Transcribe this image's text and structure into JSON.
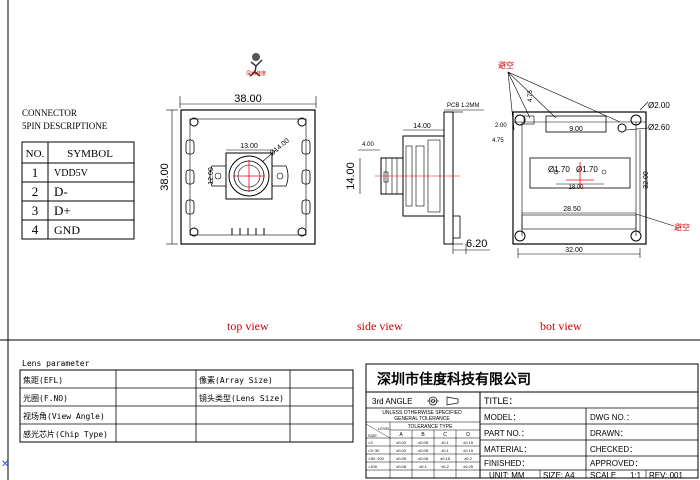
{
  "connector": {
    "title_line1": "CONNECTOR",
    "title_line2": "5PIN DESCRIPTIONE",
    "header_no": "NO.",
    "header_symbol": "SYMBOL",
    "rows": [
      {
        "no": "1",
        "symbol": "VDD5V"
      },
      {
        "no": "2",
        "symbol": "D-"
      },
      {
        "no": "3",
        "symbol": "D+"
      },
      {
        "no": "4",
        "symbol": "GND"
      }
    ]
  },
  "logo_text": "深圳佳度",
  "top_view": {
    "label": "top view",
    "dim_width": "38.00",
    "dim_height": "38.00",
    "dim_13": "13.00",
    "dim_12": "12.00",
    "dim_dia": "Ø14.00"
  },
  "side_view": {
    "label": "side view",
    "pcb": "PCB 1.2MM",
    "dim_14_top": "14.00",
    "dim_14_side": "14.00",
    "dim_4": "4.00",
    "dim_6_2": "6.20"
  },
  "bottom_view": {
    "label": "bot view",
    "avoid_1": "避空",
    "avoid_2": "避空",
    "dim_2_0": "Ø2.00",
    "dim_2_6": "Ø2.60",
    "dim_9": "9.00",
    "dim_4_75a": "4.75",
    "dim_4_75b": "4.75",
    "dim_2_00": "2.00",
    "dim_1_70a": "Ø1.70",
    "dim_1_70b": "Ø1.70",
    "dim_18": "18.00",
    "dim_28_5": "28.50",
    "dim_32_w": "32.00",
    "dim_32_h": "32.00"
  },
  "lens_param": {
    "title": "Lens parameter",
    "rows": [
      {
        "left": "焦距(EFL)",
        "right": "像素(Array Size)"
      },
      {
        "left": "光圈(F.NO)",
        "right": "镜头类型(Lens Size)"
      },
      {
        "left": "视场角(View Angle)",
        "right": ""
      },
      {
        "left": "感光芯片(Chip Type)",
        "right": ""
      }
    ]
  },
  "title_block": {
    "company": "深圳市佳度科技有限公司",
    "angle": "3rd ANGLE",
    "title": "TITLE：",
    "model": "MODEL：",
    "dwg_no": "DWG NO.：",
    "part_no": "PART NO.：",
    "drawn": "DRAWN：",
    "material": "MATERIAL：",
    "checked": "CHECKED：",
    "finished": "FINISHED：",
    "approved": "APPROVED：",
    "unit": "UNIT: MM",
    "size": "SIZE: A4",
    "scale_label": "SCALE",
    "scale_value": "1:1",
    "rev": "REV: 001",
    "tol_title1": "UNLESS OTHERWISE SPECIFIED",
    "tol_title2": "GENERAL TOLERANCE",
    "tol_header": "TOLERANCE TYPE",
    "tol_level": "LEVEL",
    "tol_size": "SIZE",
    "tol_cols": [
      "A",
      "B",
      "C",
      "D"
    ],
    "tol_rows": [
      {
        "size": "<3",
        "vals": [
          "±0.03",
          "±0.05",
          "±0.1",
          "±0.15"
        ]
      },
      {
        "size": ">3~30",
        "vals": [
          "±0.03",
          "±0.05",
          "±0.1",
          "±0.15"
        ]
      },
      {
        "size": ">30~100",
        "vals": [
          "±0.05",
          "±0.08",
          "±0.15",
          "±0.2"
        ]
      },
      {
        "size": ">100",
        "vals": [
          "±0.08",
          "±0.1",
          "±0.2",
          "±0.25"
        ]
      }
    ]
  },
  "colors": {
    "line": "#000000",
    "label": "#cc0000",
    "centerline": "#ff0000"
  }
}
